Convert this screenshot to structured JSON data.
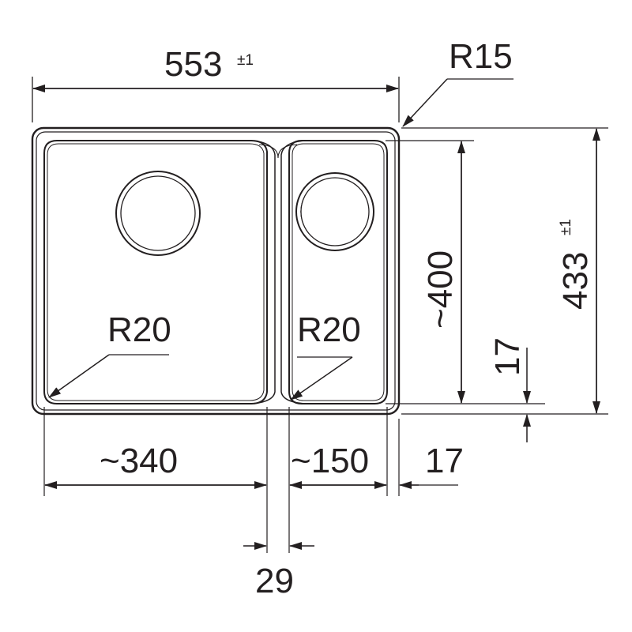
{
  "dimensions": {
    "overall_width": "553",
    "overall_width_tolerance": "±1",
    "corner_radius_outer": "R15",
    "overall_height": "433",
    "overall_height_tolerance": "±1",
    "bowl_height": "~400",
    "left_bowl_radius": "R20",
    "right_bowl_radius": "R20",
    "left_bowl_width": "~340",
    "right_bowl_width": "~150",
    "right_rim": "17",
    "bottom_rim": "17",
    "divider_width": "29"
  },
  "colors": {
    "line": "#231f20",
    "background": "#ffffff"
  }
}
